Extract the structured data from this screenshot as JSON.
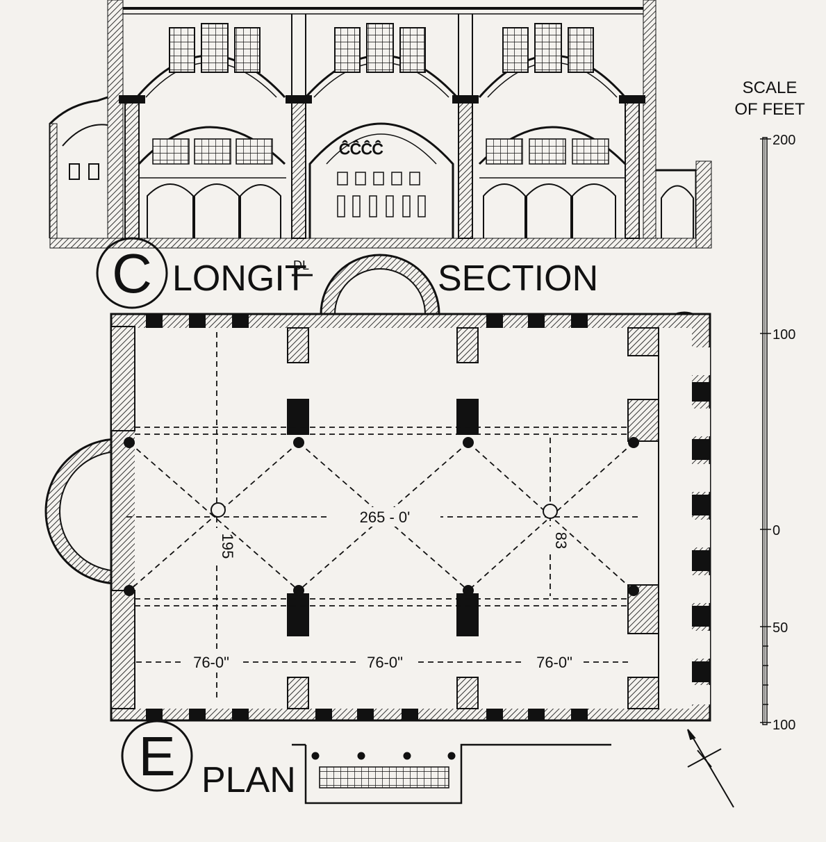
{
  "section_label": {
    "letter": "C",
    "left_text": "LONGIT",
    "sup_text": "DL",
    "right_text": "SECTION"
  },
  "plan_label": {
    "letter": "E",
    "text": "PLAN"
  },
  "scale": {
    "title_line1": "SCALE",
    "title_line2": "OF FEET",
    "ticks": [
      "200",
      "100",
      "0",
      "50",
      "100"
    ]
  },
  "dimensions": {
    "overall_length": "265 - 0'",
    "width_left": "195",
    "width_right": "83",
    "bay_1": "76-0\"",
    "bay_2": "76-0\"",
    "bay_3": "76-0\""
  },
  "colors": {
    "ink": "#111111",
    "paper": "#f4f2ee",
    "hatch": "#555555"
  }
}
